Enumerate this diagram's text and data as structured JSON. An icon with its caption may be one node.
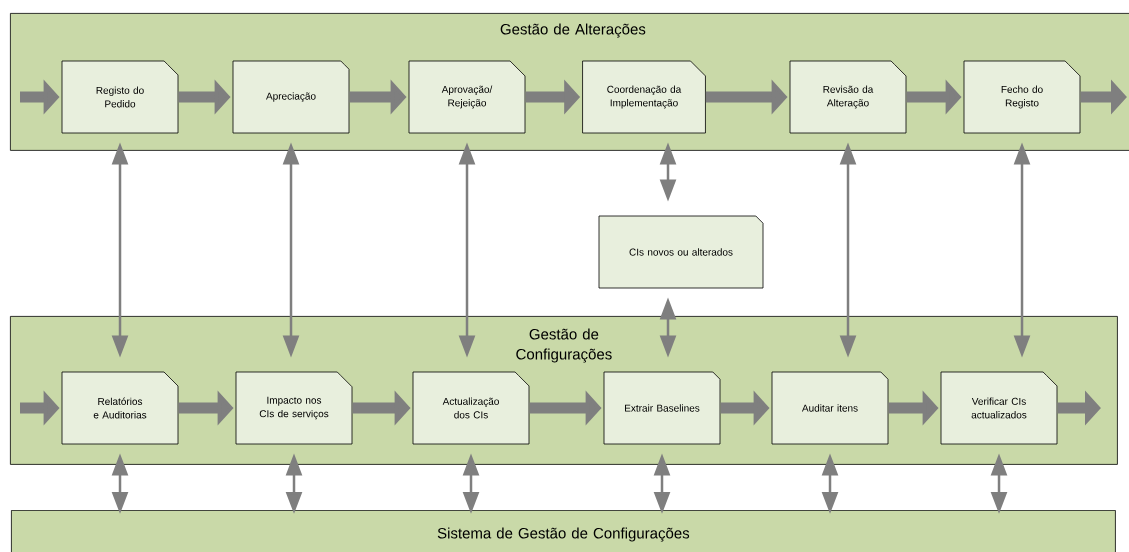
{
  "diagram": {
    "nodes": [
      {
        "text": [
          "Gestão de Alterações"
        ]
      },
      {
        "text": [
          "Registo do Pedido"
        ],
        "in": 0
      },
      {
        "text": [
          "Apreciação"
        ],
        "in": 0
      },
      {
        "text": [
          "Aprovação/ Rejeição"
        ],
        "in": 0
      },
      {
        "text": [
          "Coordenação da Implementação"
        ],
        "in": 0
      },
      {
        "text": [
          "Revisão da Alteração"
        ],
        "in": 0
      },
      {
        "text": [
          "Fecho do Registo"
        ],
        "in": 0
      },
      {
        "text": [
          "CIs novos ou alterados"
        ]
      },
      {
        "text": [
          "Gestão de Configurações"
        ]
      },
      {
        "text": [
          "Relatórios e Auditorias"
        ],
        "in": 8
      },
      {
        "text": [
          "Impacto nos CIs de serviços"
        ],
        "in": 8
      },
      {
        "text": [
          "Actualização dos CIs"
        ],
        "in": 8
      },
      {
        "text": [
          "Extrair Baselines"
        ],
        "in": 8
      },
      {
        "text": [
          "Auditar itens"
        ],
        "in": 8
      },
      {
        "text": [
          "Verificar CIs actualizados"
        ],
        "in": 8
      },
      {
        "text": [
          "Sistema de Gestão de Configurações"
        ]
      }
    ],
    "edges": [
      {
        "from": null,
        "to": 1,
        "arrow": "to"
      },
      {
        "from": 1,
        "to": 2,
        "arrow": "to"
      },
      {
        "from": 2,
        "to": 3,
        "arrow": "to"
      },
      {
        "from": 3,
        "to": 4,
        "arrow": "to"
      },
      {
        "from": 4,
        "to": 5,
        "arrow": "to"
      },
      {
        "from": 5,
        "to": 6,
        "arrow": "to"
      },
      {
        "from": 6,
        "to": null,
        "arrow": "to"
      },
      {
        "from": null,
        "to": 9,
        "arrow": "to"
      },
      {
        "from": 9,
        "to": 10,
        "arrow": "to"
      },
      {
        "from": 10,
        "to": 11,
        "arrow": "to"
      },
      {
        "from": 11,
        "to": 12,
        "arrow": "to"
      },
      {
        "from": 12,
        "to": 13,
        "arrow": "to"
      },
      {
        "from": 13,
        "to": 14,
        "arrow": "to"
      },
      {
        "from": 14,
        "to": null,
        "arrow": "to"
      },
      {
        "from": 1,
        "to": 9,
        "arrow": "both"
      },
      {
        "from": 2,
        "to": 10,
        "arrow": "both"
      },
      {
        "from": 3,
        "to": 11,
        "arrow": "both"
      },
      {
        "from": 4,
        "to": 7,
        "arrow": "both"
      },
      {
        "from": 7,
        "to": 12,
        "arrow": "both"
      },
      {
        "from": 5,
        "to": 13,
        "arrow": "both"
      },
      {
        "from": 6,
        "to": 14,
        "arrow": "both"
      },
      {
        "from": 9,
        "to": 15,
        "arrow": "both"
      },
      {
        "from": 10,
        "to": 15,
        "arrow": "both"
      },
      {
        "from": 11,
        "to": 15,
        "arrow": "both"
      },
      {
        "from": 12,
        "to": 15,
        "arrow": "both"
      },
      {
        "from": 13,
        "to": 15,
        "arrow": "both"
      },
      {
        "from": 14,
        "to": 15,
        "arrow": "both"
      }
    ]
  }
}
